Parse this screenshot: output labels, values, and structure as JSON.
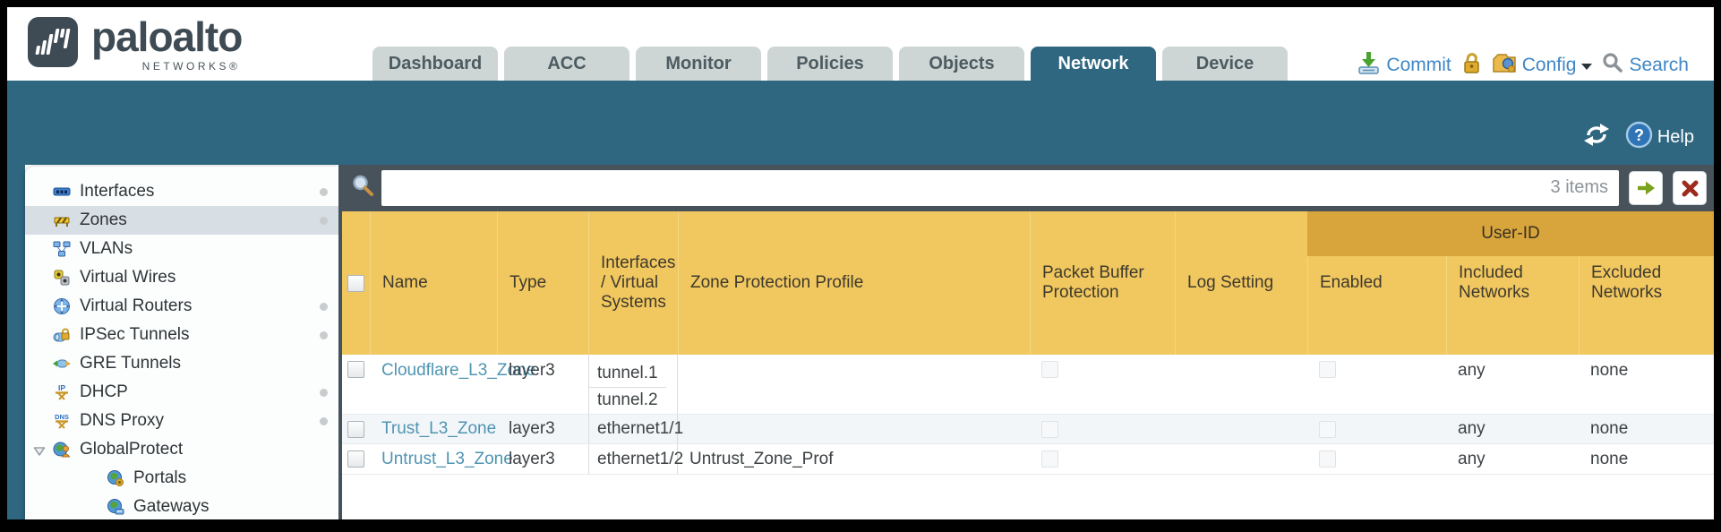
{
  "header": {
    "logo": {
      "brand": "paloalto",
      "sub": "NETWORKS®"
    },
    "tabs": [
      {
        "label": "Dashboard"
      },
      {
        "label": "ACC"
      },
      {
        "label": "Monitor"
      },
      {
        "label": "Policies"
      },
      {
        "label": "Objects"
      },
      {
        "label": "Network",
        "active": true
      },
      {
        "label": "Device"
      }
    ],
    "actions": {
      "commit": "Commit",
      "config": "Config",
      "search": "Search"
    }
  },
  "subheader": {
    "help": "Help"
  },
  "sidebar": {
    "items": [
      {
        "label": "Interfaces",
        "icon": "interfaces-icon",
        "dot": true
      },
      {
        "label": "Zones",
        "icon": "zones-icon",
        "dot": true,
        "selected": true
      },
      {
        "label": "VLANs",
        "icon": "vlans-icon"
      },
      {
        "label": "Virtual Wires",
        "icon": "virtual-wires-icon"
      },
      {
        "label": "Virtual Routers",
        "icon": "virtual-routers-icon",
        "dot": true
      },
      {
        "label": "IPSec Tunnels",
        "icon": "ipsec-tunnels-icon",
        "dot": true
      },
      {
        "label": "GRE Tunnels",
        "icon": "gre-tunnels-icon"
      },
      {
        "label": "DHCP",
        "icon": "dhcp-icon",
        "dot": true
      },
      {
        "label": "DNS Proxy",
        "icon": "dns-proxy-icon",
        "dot": true
      },
      {
        "label": "GlobalProtect",
        "icon": "globalprotect-icon",
        "expanded": true
      },
      {
        "label": "Portals",
        "icon": "portals-icon",
        "child": true
      },
      {
        "label": "Gateways",
        "icon": "gateways-icon",
        "child": true
      }
    ]
  },
  "filterbar": {
    "count": "3 items"
  },
  "table": {
    "group_header": "User-ID",
    "columns": [
      "Name",
      "Type",
      "Interfaces / Virtual Systems",
      "Zone Protection Profile",
      "Packet Buffer Protection",
      "Log Setting",
      "Enabled",
      "Included Networks",
      "Excluded Networks"
    ],
    "rows": [
      {
        "name": "Cloudflare_L3_Zone",
        "type": "layer3",
        "interfaces": [
          "tunnel.1",
          "tunnel.2"
        ],
        "zone_protection_profile": "",
        "log_setting": "",
        "included_networks": "any",
        "excluded_networks": "none"
      },
      {
        "name": "Trust_L3_Zone",
        "type": "layer3",
        "interfaces": [
          "ethernet1/1"
        ],
        "zone_protection_profile": "",
        "log_setting": "",
        "included_networks": "any",
        "excluded_networks": "none"
      },
      {
        "name": "Untrust_L3_Zone",
        "type": "layer3",
        "interfaces": [
          "ethernet1/2"
        ],
        "zone_protection_profile": "Untrust_Zone_Prof",
        "log_setting": "",
        "included_networks": "any",
        "excluded_networks": "none"
      }
    ]
  },
  "colors": {
    "teal": "#2F6781",
    "table_header_gold": "#F1C75F",
    "user_id_band": "#D8A53D",
    "filter_bar_slate": "#47525B",
    "link_blue": "#4F94B2",
    "action_blue": "#3F87C5"
  }
}
